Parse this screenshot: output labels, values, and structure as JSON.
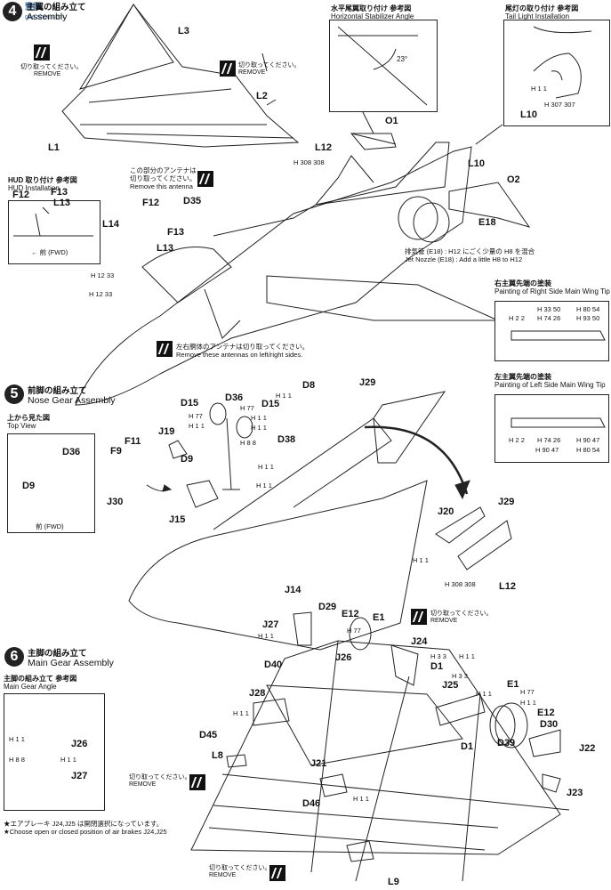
{
  "watermark": {
    "title": "壹网",
    "url": "gao.shou.com"
  },
  "steps": [
    {
      "num": "4",
      "jp": "主翼の組み立て",
      "en": "Assembly"
    },
    {
      "num": "5",
      "jp": "前脚の組み立て",
      "en": "Nose Gear Assembly"
    },
    {
      "num": "6",
      "jp": "主脚の組み立て",
      "en": "Main Gear Assembly"
    }
  ],
  "boxes": {
    "stab": {
      "jp": "水平尾翼取り付け 参考図",
      "en": "Horizontal Stabilizer Angle",
      "angle": "23°"
    },
    "tail": {
      "jp": "尾灯の取り付け 参考図",
      "en": "Tail Light Installation"
    },
    "hud": {
      "jp": "HUD 取り付け 参考図",
      "en": "HUD Installation",
      "fwd": "← 前 (FWD)"
    },
    "right_tip": {
      "jp": "右主翼先端の塗装",
      "en": "Painting of Right Side Main Wing Tip"
    },
    "left_tip": {
      "jp": "左主翼先端の塗装",
      "en": "Painting of Left Side Main Wing Tip"
    },
    "top_view": {
      "jp": "上から見た図",
      "en": "Top View",
      "fwd": "前 (FWD)"
    },
    "main_angle": {
      "jp": "主脚の組み立て 参考図",
      "en": "Main Gear Angle"
    }
  },
  "remove": {
    "jp": "切り取ってください。",
    "en": "REMOVE"
  },
  "notes": {
    "antenna_jp": "この部分のアンテナは",
    "antenna_jp2": "切り取ってください。",
    "antenna_en": "Remove this antenna",
    "antennas_lr_jp": "左右胴体のアンテナは切り取ってください。",
    "antennas_lr_en": "Remove these antennas on left/right sides.",
    "nozzle_jp": "排気管 (E18) : H12 にごく少量の H8 を混合",
    "nozzle_en": "Jet Nozzle (E18) : Add a little H8 to H12",
    "airbrake_jp": "★エアブレーキ J24,J25 は開閉選択になっています。",
    "airbrake_en": "★Choose open or closed position of air brakes J24,J25"
  },
  "parts": [
    "L3",
    "L2",
    "L1",
    "O1",
    "L12",
    "L10",
    "L10",
    "O2",
    "E18",
    "F12",
    "F13",
    "L13",
    "F12",
    "D35",
    "L14",
    "F13",
    "L13",
    "D15",
    "D36",
    "D8",
    "J29",
    "D15",
    "F11",
    "J19",
    "F9",
    "D9",
    "D38",
    "J30",
    "J15",
    "J20",
    "J29",
    "J14",
    "L12",
    "D36",
    "D9",
    "D29",
    "E12",
    "E1",
    "J27",
    "J24",
    "D40",
    "J26",
    "D1",
    "J25",
    "J28",
    "E1",
    "E12",
    "D45",
    "D30",
    "D1",
    "D39",
    "J22",
    "L8",
    "J21",
    "J23",
    "D46",
    "J26",
    "J27",
    "L9"
  ],
  "paints": {
    "h12_33": "H 12 33",
    "h308": "H 308 308",
    "h307": "H 307 307",
    "h11": "H 1 1",
    "h77": "H 77",
    "h8": "H 8 8",
    "h33": "H 3 3",
    "rt_h33_50": "H 33 50",
    "rt_h2_2": "H 2 2",
    "rt_h74_26": "H 74 26",
    "rt_h80_54": "H 80 54",
    "rt_h93_50": "H 93 50",
    "lt_h2_2": "H 2 2",
    "lt_h74_26": "H 74 26",
    "lt_h90_47": "H 90 47",
    "lt_h80_54": "H 80 54",
    "lt_h90_47b": "H 90 47"
  }
}
